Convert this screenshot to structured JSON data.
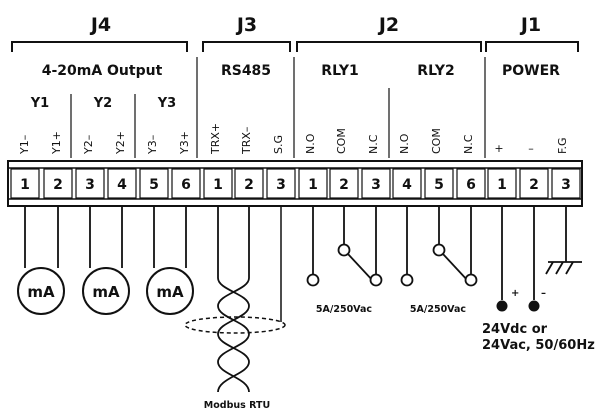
{
  "connectors": {
    "j4": {
      "title": "J4",
      "group": "4-20mA Output",
      "subgroups": [
        "Y1",
        "Y2",
        "Y3"
      ],
      "pins": [
        "Y1–",
        "Y1+",
        "Y2–",
        "Y2+",
        "Y3–",
        "Y3+"
      ],
      "numbers": [
        "1",
        "2",
        "3",
        "4",
        "5",
        "6"
      ]
    },
    "j3": {
      "title": "J3",
      "group": "RS485",
      "pins": [
        "TRX+",
        "TRX–",
        "S.G"
      ],
      "numbers": [
        "1",
        "2",
        "3"
      ]
    },
    "j2": {
      "title": "J2",
      "groups": [
        "RLY1",
        "RLY2"
      ],
      "pins": [
        "N.O",
        "COM",
        "N.C",
        "N.O",
        "COM",
        "N.C"
      ],
      "numbers": [
        "1",
        "2",
        "3",
        "4",
        "5",
        "6"
      ]
    },
    "j1": {
      "title": "J1",
      "group": "POWER",
      "pins": [
        "+",
        "–",
        "F.G"
      ],
      "numbers": [
        "1",
        "2",
        "3"
      ]
    }
  },
  "meters": [
    "mA",
    "mA",
    "mA"
  ],
  "relay_ratings": [
    "5A/250Vac",
    "5A/250Vac"
  ],
  "modbus_label": "Modbus RTU",
  "power": {
    "plus": "+",
    "minus": "–",
    "line1": "24Vdc or",
    "line2": "24Vac, 50/60Hz"
  }
}
